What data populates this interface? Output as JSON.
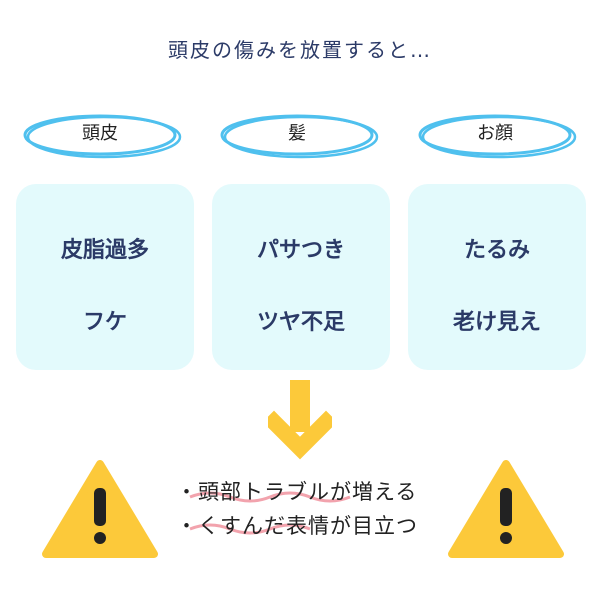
{
  "title": "頭皮の傷みを放置すると…",
  "categories": [
    {
      "label": "頭皮",
      "items": [
        "皮脂過多",
        "フケ"
      ]
    },
    {
      "label": "髪",
      "items": [
        "パサつき",
        "ツヤ不足"
      ]
    },
    {
      "label": "お顔",
      "items": [
        "たるみ",
        "老け見え"
      ]
    }
  ],
  "results": [
    "・頭部トラブルが増える",
    "・くすんだ表情が目立つ"
  ],
  "colors": {
    "oval": "#4fc0ee",
    "card": "#e3fafc",
    "text": "#2b3a67",
    "arrow": "#fcc93a",
    "warning": "#fcc93a",
    "underline": "#f2a3ad"
  }
}
